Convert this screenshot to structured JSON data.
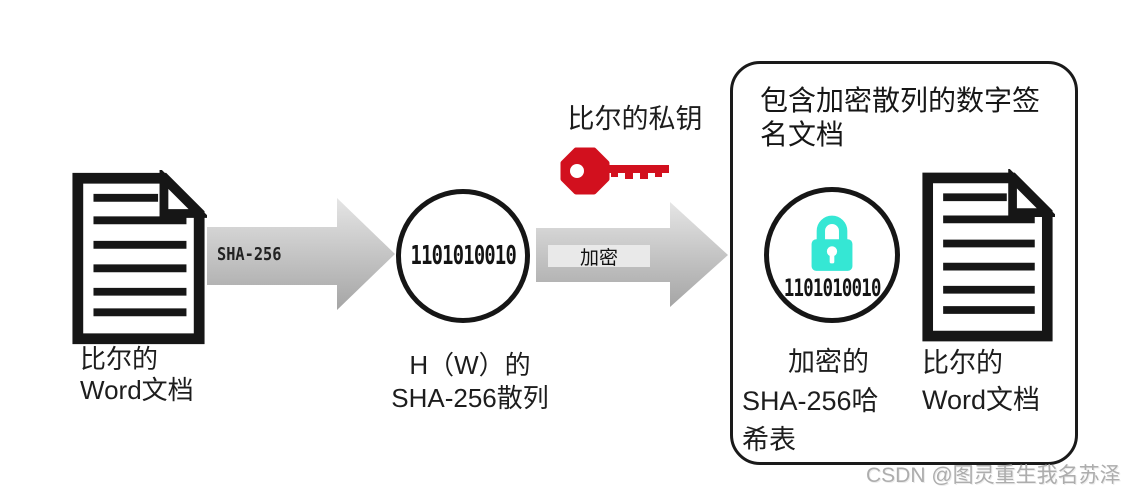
{
  "colors": {
    "outline_black": "#1a1a1a",
    "key_red": "#d2101e",
    "lock_cyan": "#35e7d4",
    "arrow_gray_light": "#e5e5e5",
    "arrow_gray_dark": "#a5a5a5",
    "encrypt_band_gray": "#e9e9e9",
    "watermark_gray": "#adadad"
  },
  "left_document": {
    "label_lines": [
      "比尔的",
      "Word文档"
    ]
  },
  "hash_arrow": {
    "label": "SHA-256"
  },
  "hash_circle": {
    "binary": "1101010010",
    "label_lines": [
      "H（W）的",
      "SHA-256散列"
    ]
  },
  "private_key": {
    "label": "比尔的私钥"
  },
  "encrypt_arrow": {
    "label": "加密"
  },
  "signed_box": {
    "title_lines": [
      "包含加密散列的数字签",
      "名文档"
    ],
    "encrypted_circle": {
      "binary": "1101010010",
      "label_lines": [
        "加密的",
        "SHA-256哈",
        "希表"
      ]
    },
    "document": {
      "label_lines": [
        "比尔的",
        "Word文档"
      ]
    }
  },
  "watermark": "CSDN @图灵重生我名苏泽"
}
